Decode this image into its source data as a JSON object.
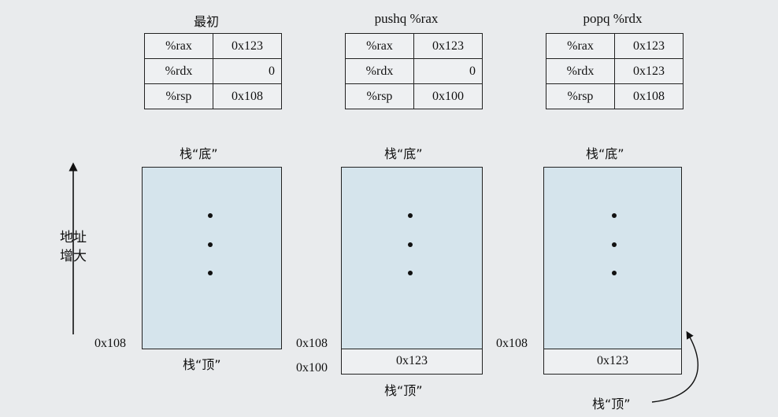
{
  "panels": [
    {
      "title": "最初",
      "registers": [
        {
          "name": "%rax",
          "value": "0x123"
        },
        {
          "name": "%rdx",
          "value": "0"
        },
        {
          "name": "%rsp",
          "value": "0x108"
        }
      ],
      "stack_bottom_label": "栈“底”",
      "stack_top_label": "栈“顶”",
      "addresses": [
        "0x108"
      ]
    },
    {
      "title": "pushq %rax",
      "registers": [
        {
          "name": "%rax",
          "value": "0x123"
        },
        {
          "name": "%rdx",
          "value": "0"
        },
        {
          "name": "%rsp",
          "value": "0x100"
        }
      ],
      "stack_bottom_label": "栈“底”",
      "stack_top_label": "栈“顶”",
      "addresses": [
        "0x108",
        "0x100"
      ],
      "slot_value": "0x123"
    },
    {
      "title": "popq %rdx",
      "registers": [
        {
          "name": "%rax",
          "value": "0x123"
        },
        {
          "name": "%rdx",
          "value": "0x123"
        },
        {
          "name": "%rsp",
          "value": "0x108"
        }
      ],
      "stack_bottom_label": "栈“底”",
      "stack_top_label": "栈“顶”",
      "addresses": [
        "0x108"
      ],
      "slot_value": "0x123"
    }
  ],
  "axis_label_line1": "地址",
  "axis_label_line2": "增大"
}
